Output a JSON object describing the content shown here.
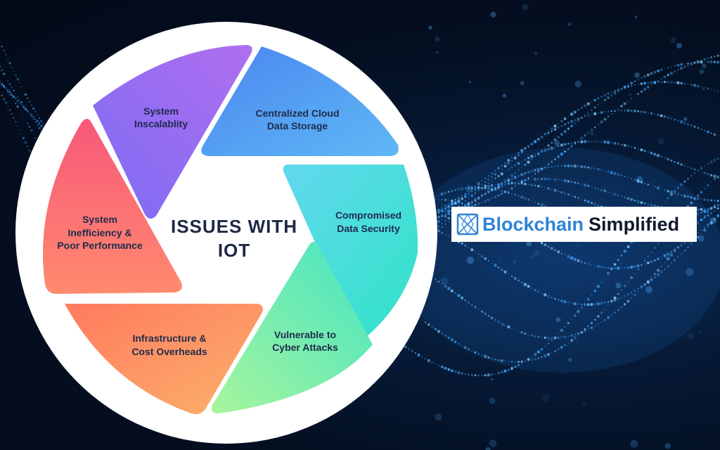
{
  "diagram": {
    "center_title_lines": [
      "ISSUES WITH",
      "IOT"
    ],
    "segments": [
      {
        "lines": [
          "System",
          "Inscalablity"
        ],
        "color_start": "#7c6cf3",
        "color_end": "#b06ef0"
      },
      {
        "lines": [
          "Centralized Cloud",
          "Data Storage"
        ],
        "color_start": "#4a86f0",
        "color_end": "#5fb8f5"
      },
      {
        "lines": [
          "Compromised",
          "Data Security"
        ],
        "color_start": "#62d8ef",
        "color_end": "#2fe3c6"
      },
      {
        "lines": [
          "Vulnerable to",
          "Cyber Attacks"
        ],
        "color_start": "#44e4c4",
        "color_end": "#a7f59c"
      },
      {
        "lines": [
          "Infrastructure &",
          "Cost Overheads"
        ],
        "color_start": "#ff7a5e",
        "color_end": "#fbb26b"
      },
      {
        "lines": [
          "System",
          "Inefficiency &",
          "Poor Performance"
        ],
        "color_start": "#f8587a",
        "color_end": "#ff8a6e"
      }
    ]
  },
  "brand": {
    "word1": "Blockchain",
    "word2": "Simplified",
    "accent_color": "#2f83d6"
  }
}
